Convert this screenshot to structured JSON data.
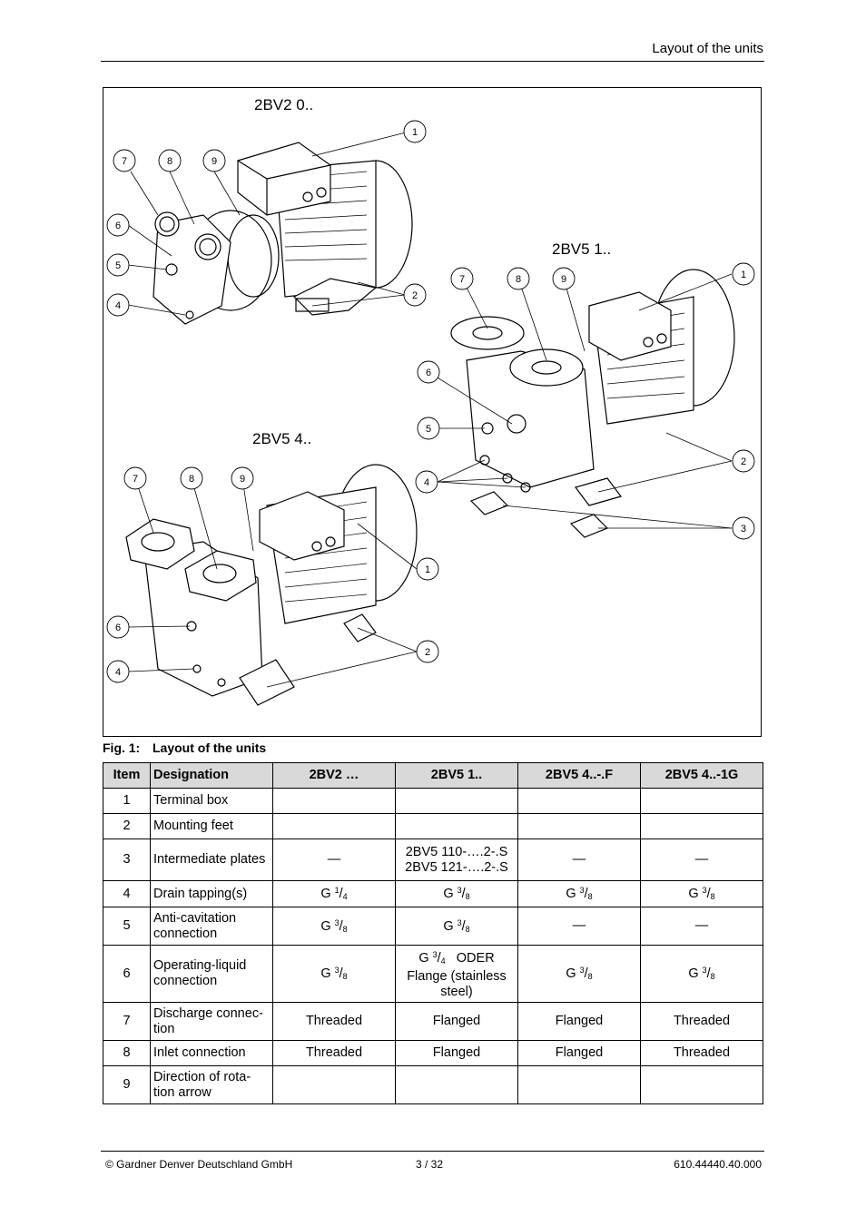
{
  "header": {
    "title": "Layout of the units"
  },
  "figure": {
    "labels": {
      "top_left": "2BV2 0..",
      "right": "2BV5 1..",
      "bottom_left": "2BV5 4.."
    },
    "callouts": [
      "1",
      "2",
      "3",
      "4",
      "5",
      "6",
      "7",
      "8",
      "9"
    ],
    "caption_number": "Fig. 1:",
    "caption_text": "Layout of the units"
  },
  "table": {
    "headers": [
      "Item",
      "Designation",
      "2BV2 …",
      "2BV5 1..",
      "2BV5 4..-.F",
      "2BV5 4..-1G"
    ],
    "rows": [
      {
        "item": "1",
        "designation": "Terminal box",
        "c1": "",
        "c2": "",
        "c3": "",
        "c4": ""
      },
      {
        "item": "2",
        "designation": "Mounting feet",
        "c1": "",
        "c2": "",
        "c3": "",
        "c4": ""
      },
      {
        "item": "3",
        "designation": "Intermediate plates",
        "c1": "—",
        "c2a": "2BV5 110-….2-.S",
        "c2b": "2BV5 121-….2-.S",
        "c3": "—",
        "c4": "—"
      },
      {
        "item": "4",
        "designation": "Drain tapping(s)",
        "c1": "G 1/4",
        "c2": "G 3/8",
        "c3": "G 3/8",
        "c4": "G 3/8"
      },
      {
        "item": "5",
        "designation": "Anti-cavitation connection",
        "c1": "G 3/8",
        "c2": "G 3/8",
        "c3": "—",
        "c4": "—"
      },
      {
        "item": "6",
        "designation": "Operating-liquid connection",
        "c1": "G 3/8",
        "c2a": "G 3/4   ODER",
        "c2b": "Flange (stainless steel)",
        "c3": "G 3/8",
        "c4": "G 3/8"
      },
      {
        "item": "7",
        "designation": "Discharge connec-tion",
        "c1": "Threaded",
        "c2": "Flanged",
        "c3": "Flanged",
        "c4": "Threaded"
      },
      {
        "item": "8",
        "designation": "Inlet connection",
        "c1": "Threaded",
        "c2": "Flanged",
        "c3": "Flanged",
        "c4": "Threaded"
      },
      {
        "item": "9",
        "designation": "Direction of rota-tion arrow",
        "c1": "",
        "c2": "",
        "c3": "",
        "c4": ""
      }
    ]
  },
  "footer": {
    "left": "© Gardner Denver Deutschland GmbH",
    "center": "3 / 32",
    "right": "610.44440.40.000"
  }
}
